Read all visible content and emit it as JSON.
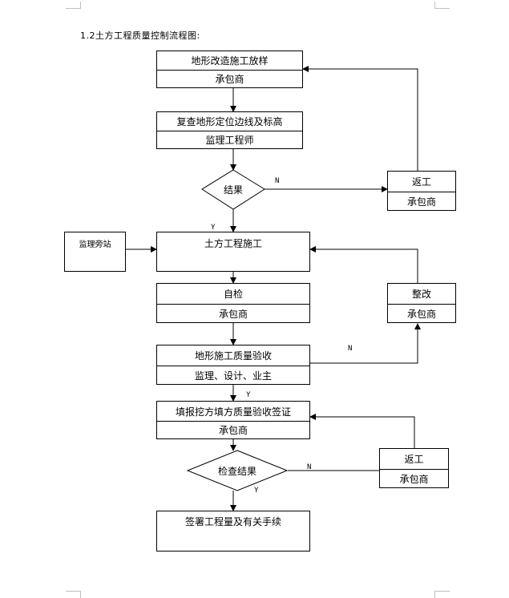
{
  "title": "1.2土方工程质量控制流程图:",
  "boxes": {
    "b1": {
      "top": "地形改造施工放样",
      "bottom": "承包商"
    },
    "b2": {
      "top": "复查地形定位边线及标高",
      "bottom": "监理工程师"
    },
    "b3": {
      "top": "土方工程施工"
    },
    "b4": {
      "top": "自检",
      "bottom": "承包商"
    },
    "b5": {
      "top": "地形施工质量验收",
      "bottom": "监理、设计、业主"
    },
    "b6": {
      "top": "填报挖方填方质量验收签证",
      "bottom": "承包商"
    },
    "b7": {
      "top": "签署工程量及有关手续"
    },
    "side1": {
      "top": "返工",
      "bottom": "承包商"
    },
    "side2": {
      "top": "整改",
      "bottom": "承包商"
    },
    "side3": {
      "top": "返工",
      "bottom": "承包商"
    },
    "station": {
      "top": "监理旁站"
    }
  },
  "decisions": {
    "d1": "结果",
    "d2": "检查结果"
  },
  "labels": {
    "n1": "N",
    "y1": "Y",
    "n2": "N",
    "y2": "Y",
    "n3": "N",
    "y3": "Y"
  }
}
